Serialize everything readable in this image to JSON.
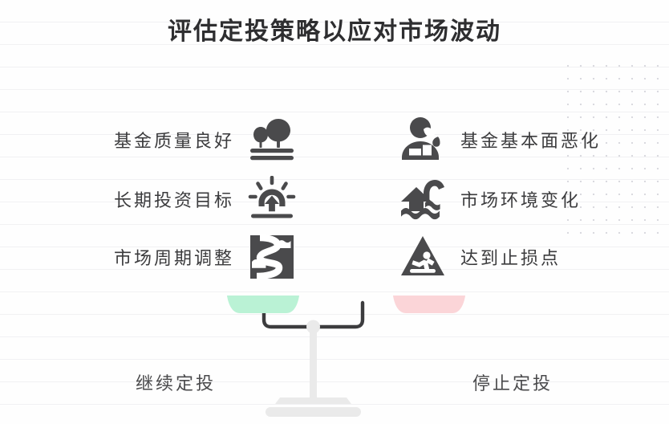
{
  "title": "评估定投策略以应对市场波动",
  "colors": {
    "background": "#fefefe",
    "text_dark": "#2e2e30",
    "icon_gray": "#4a4a4c",
    "pan_green": "#baf2d5",
    "pan_pink": "#fbd5d8",
    "beam_gray": "#3c3c3e",
    "stand_gray": "#eaeaea",
    "rule_line": "#f1f1f3",
    "dot_grid": "#d8d8dd"
  },
  "left_side": {
    "pan_color_name": "pan_green",
    "pan_label": "继续定投",
    "items": [
      {
        "label": "基金质量良好",
        "icon": "trees-icon"
      },
      {
        "label": "长期投资目标",
        "icon": "sunrise-growth-icon"
      },
      {
        "label": "市场周期调整",
        "icon": "winding-river-icon"
      }
    ]
  },
  "right_side": {
    "pan_color_name": "pan_pink",
    "pan_label": "停止定投",
    "items": [
      {
        "label": "基金基本面恶化",
        "icon": "sick-person-icon"
      },
      {
        "label": "市场环境变化",
        "icon": "flooded-house-icon"
      },
      {
        "label": "达到止损点",
        "icon": "slip-warning-icon"
      }
    ]
  }
}
